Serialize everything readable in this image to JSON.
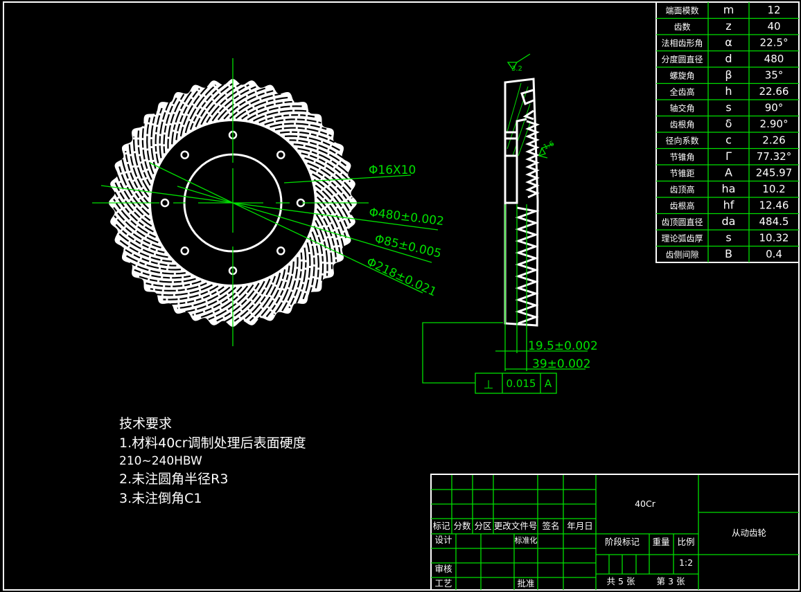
{
  "params_table": [
    {
      "label": "端面模数",
      "symbol": "m",
      "value": "12"
    },
    {
      "label": "齿数",
      "symbol": "z",
      "value": "40"
    },
    {
      "label": "法相齿形角",
      "symbol": "α",
      "value": "22.5°"
    },
    {
      "label": "分度圆直径",
      "symbol": "d",
      "value": "480"
    },
    {
      "label": "螺旋角",
      "symbol": "β",
      "value": "35°"
    },
    {
      "label": "全齿高",
      "symbol": "h",
      "value": "22.66"
    },
    {
      "label": "轴交角",
      "symbol": "s",
      "value": "90°"
    },
    {
      "label": "齿根角",
      "symbol": "δ",
      "value": "2.90°"
    },
    {
      "label": "径向系数",
      "symbol": "c",
      "value": "2.26"
    },
    {
      "label": "节锥角",
      "symbol": "Γ",
      "value": "77.32°"
    },
    {
      "label": "节锥距",
      "symbol": "A",
      "value": "245.97"
    },
    {
      "label": "齿顶高",
      "symbol": "ha",
      "value": "10.2"
    },
    {
      "label": "齿根高",
      "symbol": "hf",
      "value": "12.46"
    },
    {
      "label": "齿顶圆直径",
      "symbol": "da",
      "value": "484.5"
    },
    {
      "label": "理论弧齿厚",
      "symbol": "s",
      "value": "10.32"
    },
    {
      "label": "齿侧间隙",
      "symbol": "B",
      "value": "0.4"
    }
  ],
  "dimensions": {
    "holes": "Φ16X10",
    "pitch_dia": "Φ480±0.002",
    "bore": "Φ85±0.005",
    "hub": "Φ218±0.021",
    "width1": "19.5±0.002",
    "width2": "39±0.002",
    "rough1": "3.2",
    "rough2": "1.6"
  },
  "tolerance_frame": {
    "symbol": "⊥",
    "value": "0.015",
    "datum": "A"
  },
  "tech_requirements": {
    "title": "技术要求",
    "lines": [
      "1.材料40cr调制处理后表面硬度",
      "210~240HBW",
      "2.未注圆角半径R3",
      "3.未注倒角C1"
    ]
  },
  "title_block": {
    "headers": [
      "标记",
      "分数",
      "分区",
      "更改文件号",
      "签名",
      "年月日"
    ],
    "design": "设计",
    "standard": "标准化",
    "review": "审核",
    "process": "工艺",
    "approve": "批准",
    "material": "40Cr",
    "stage": "阶段标记",
    "weight": "重量",
    "scale_label": "比例",
    "scale": "1:2",
    "sheets_total": "共 5 张",
    "sheet_no": "第 3 张",
    "part_name": "从动齿轮"
  },
  "colors": {
    "line": "#00e000",
    "part": "#ffffff",
    "bg": "#000000"
  }
}
